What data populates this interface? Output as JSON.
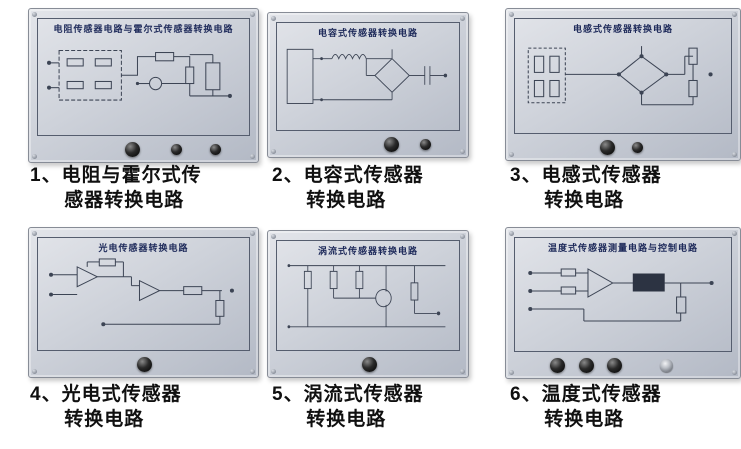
{
  "figure": {
    "description": "Six sensor converter circuit training panels with numbered captions",
    "background": "#ffffff"
  },
  "colors": {
    "panel_face": "#ced2da",
    "panel_border": "#878c96",
    "inner_frame": "#555d6e",
    "panel_title_text": "#1e2a5a",
    "caption_text": "#101010",
    "circuit_line": "#3c4454",
    "knob": "#141414"
  },
  "panels": [
    {
      "number": "1",
      "title": "电阻传感器电路与霍尔式传感器转换电路",
      "caption_line1": "1、电阻与霍尔式传",
      "caption_line2": "感器转换电路",
      "knob_count": 3
    },
    {
      "number": "2",
      "title": "电容式传感器转换电路",
      "caption_line1": "2、电容式传感器",
      "caption_line2": "转换电路",
      "knob_count": 2
    },
    {
      "number": "3",
      "title": "电感式传感器转换电路",
      "caption_line1": "3、电感式传感器",
      "caption_line2": "转换电路",
      "knob_count": 2
    },
    {
      "number": "4",
      "title": "光电传感器转换电路",
      "caption_line1": "4、光电式传感器",
      "caption_line2": "转换电路",
      "knob_count": 1
    },
    {
      "number": "5",
      "title": "涡流式传感器转换电路",
      "caption_line1": "5、涡流式传感器",
      "caption_line2": "转换电路",
      "knob_count": 1
    },
    {
      "number": "6",
      "title": "温度式传感器测量电路与控制电路",
      "caption_line1": "6、温度式传感器",
      "caption_line2": "转换电路",
      "knob_count": 3,
      "jack_count": 1
    }
  ]
}
